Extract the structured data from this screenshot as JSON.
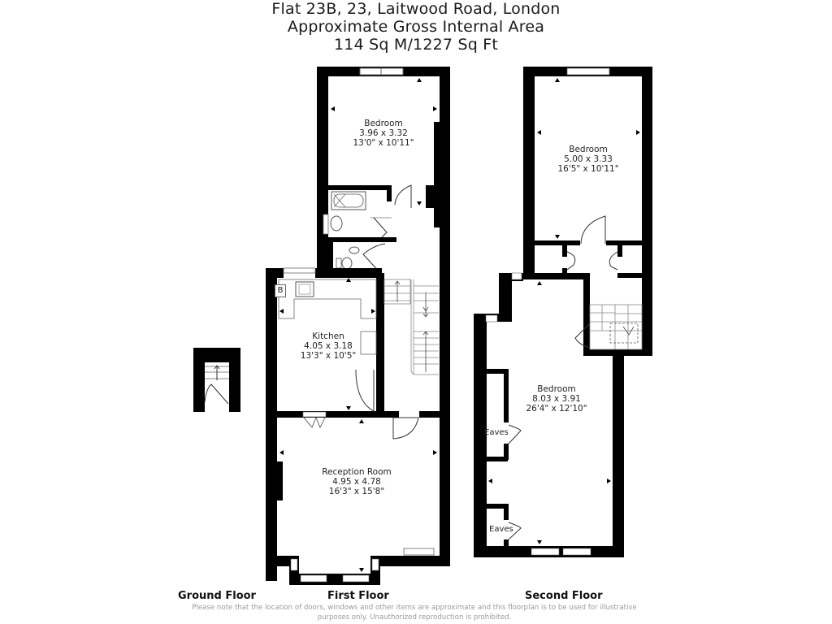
{
  "header": {
    "address": "Flat 23B, 23, Laitwood Road, London",
    "area_title": "Approximate Gross Internal Area",
    "area_value": "114 Sq M/1227 Sq Ft"
  },
  "floors": {
    "ground": {
      "label": "Ground Floor"
    },
    "first": {
      "label": "First Floor",
      "rooms": [
        {
          "name": "Bedroom",
          "metric": "3.96 x 3.32",
          "imperial": "13'0\" x 10'11\""
        },
        {
          "name": "Kitchen",
          "metric": "4.05 x 3.18",
          "imperial": "13'3\" x 10'5\""
        },
        {
          "name": "Reception Room",
          "metric": "4.95 x 4.78",
          "imperial": "16'3\" x 15'8\""
        }
      ],
      "boiler_label": "B"
    },
    "second": {
      "label": "Second Floor",
      "rooms": [
        {
          "name": "Bedroom",
          "metric": "5.00 x 3.33",
          "imperial": "16'5\" x 10'11\""
        },
        {
          "name": "Bedroom",
          "metric": "8.03 x 3.91",
          "imperial": "26'4\" x 12'10\""
        }
      ],
      "eaves": [
        "Eaves",
        "Eaves"
      ]
    }
  },
  "footer": {
    "disclaimer_line1": "Please note that the location of doors, windows and other items are approximate and this floorplan is to be used for illustrative",
    "disclaimer_line2": "purposes only. Unauthorized reproduction is prohibited."
  },
  "colors": {
    "wall": "#000000",
    "background": "#ffffff",
    "fixture_line": "#555555",
    "disclaimer": "#9a9a9a"
  }
}
